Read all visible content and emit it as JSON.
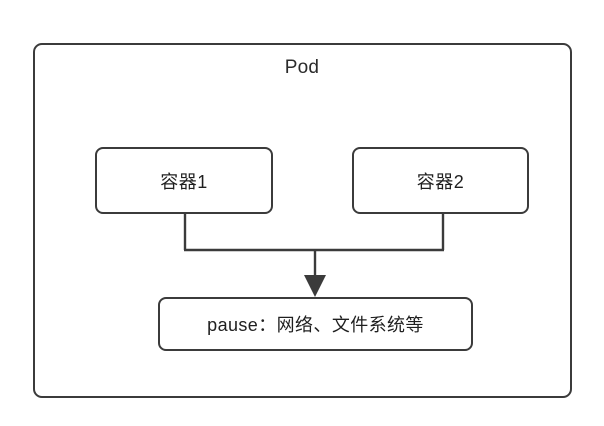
{
  "diagram": {
    "title": "Pod",
    "background_color": "#ffffff",
    "stroke_color": "#3b3b3b",
    "text_color": "#1f1f1f",
    "pod": {
      "label": "Pod"
    },
    "containers": [
      {
        "label": "容器1"
      },
      {
        "label": "容器2"
      }
    ],
    "pause": {
      "label": "pause：网络、文件系统等"
    },
    "connector": {
      "type": "merge-arrow",
      "arrow_direction": "down",
      "from": [
        "容器1",
        "容器2"
      ],
      "to": "pause：网络、文件系统等"
    }
  }
}
